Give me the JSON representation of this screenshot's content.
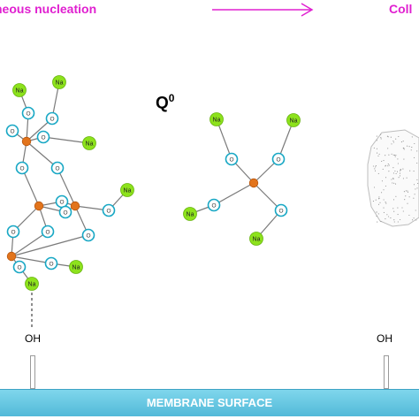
{
  "labels": {
    "title_left": "neous nucleation",
    "title_right": "Coll",
    "q0_letter": "Q",
    "q0_exp": "0",
    "oh": "OH",
    "membrane": "MEMBRANE SURFACE"
  },
  "atoms": {
    "na": "Na",
    "o": "O"
  },
  "colors": {
    "title": "#e020d0",
    "arrow": "#e020d0",
    "na_fill": "#8de21c",
    "si_fill": "#e2741c",
    "o_ring": "#17a7c4",
    "membrane": "#5bbfdc"
  }
}
